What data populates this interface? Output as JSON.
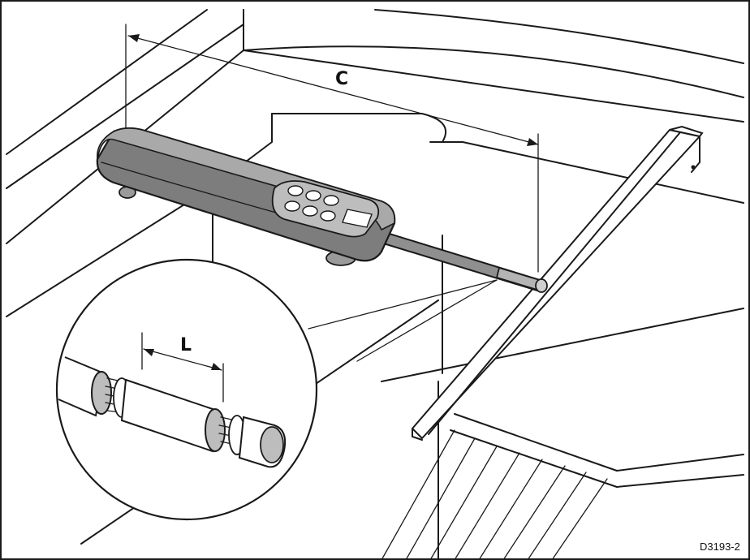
{
  "labels": {
    "dimension_c": "C",
    "dimension_l": "L",
    "figure_ref": "D3193-2"
  },
  "colors": {
    "ram_body": "#7d7d7d",
    "ram_top": "#a9a9a9",
    "keypad": "#bdbdbd",
    "line": "#1a1a1a",
    "background": "#ffffff"
  },
  "icons": [
    "hydraulic-ram",
    "tiller-arm",
    "push-rod-end-detail"
  ]
}
